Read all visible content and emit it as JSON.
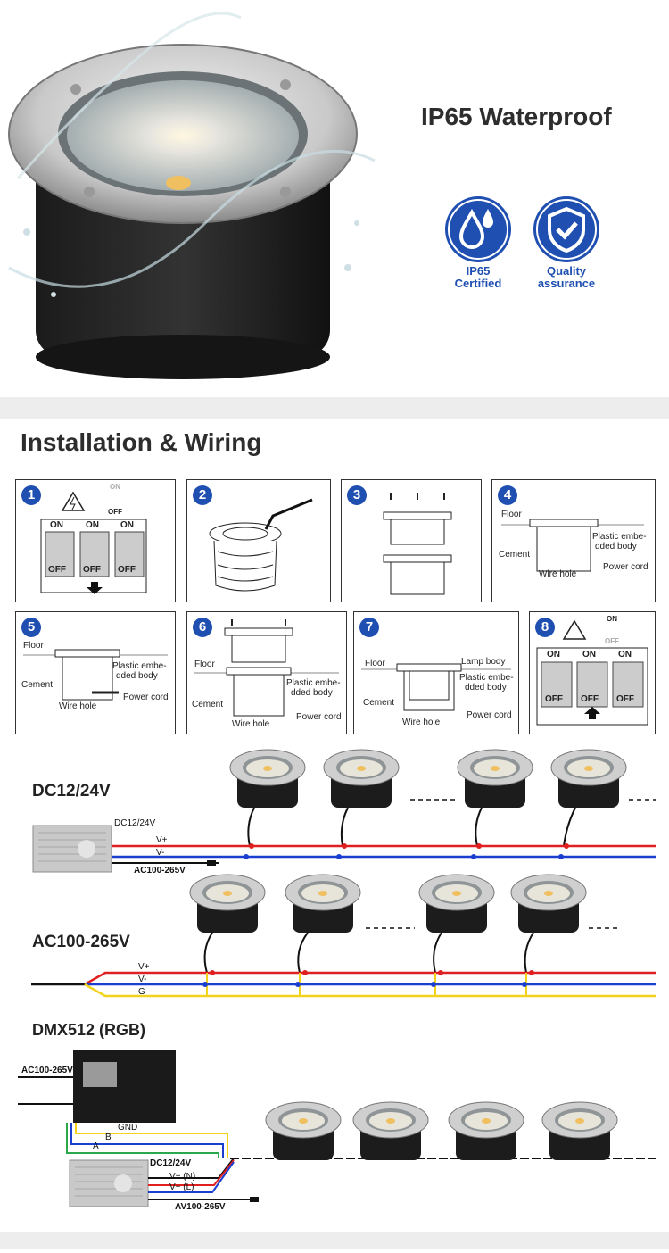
{
  "hero": {
    "heading": "IP65 Waterproof",
    "badges": [
      {
        "icon": "water-drops-icon",
        "line1": "IP65",
        "line2": "Certified"
      },
      {
        "icon": "shield-check-icon",
        "line1": "Quality",
        "line2": "assurance"
      }
    ]
  },
  "installation": {
    "heading": "Installation & Wiring",
    "steps": [
      {
        "number": "1",
        "switch_top": "ON",
        "switch_bottom": "OFF",
        "toggle_on": "ON",
        "toggle_off": "OFF"
      },
      {
        "number": "2"
      },
      {
        "number": "3"
      },
      {
        "number": "4",
        "floor": "Floor",
        "cement": "Cement",
        "plastic": "Plastic embe-",
        "plastic2": "dded body",
        "wire_hole": "Wire hole",
        "power_cord": "Power cord"
      },
      {
        "number": "5",
        "floor": "Floor",
        "cement": "Cement",
        "plastic": "Plastic embe-",
        "plastic2": "dded body",
        "wire_hole": "Wire hole",
        "power_cord": "Power cord"
      },
      {
        "number": "6",
        "floor": "Floor",
        "cement": "Cement",
        "plastic": "Plastic embe-",
        "plastic2": "dded body",
        "wire_hole": "Wire hole",
        "power_cord": "Power cord"
      },
      {
        "number": "7",
        "floor": "Floor",
        "cement": "Cement",
        "lamp_body": "Lamp body",
        "plastic": "Plastic embe-",
        "plastic2": "dded body",
        "wire_hole": "Wire hole",
        "power_cord": "Power cord"
      },
      {
        "number": "8",
        "switch_top": "ON",
        "switch_bottom": "OFF",
        "toggle_on": "ON",
        "toggle_off": "OFF"
      }
    ]
  },
  "wiring": {
    "dc": {
      "title": "DC12/24V",
      "psu_label": "DC12/24V",
      "v_plus": "V+",
      "v_minus": "V-",
      "input": "AC100-265V"
    },
    "ac": {
      "title": "AC100-265V",
      "v_plus": "V+",
      "v_minus": "V-",
      "ground": "G"
    },
    "dmx": {
      "title": "DMX512  (RGB)",
      "ac_in": "AC100-265V",
      "gnd": "GND",
      "b": "B",
      "a": "A",
      "psu_label": "DC12/24V",
      "vn": "V+ (N)",
      "vl": "V+ (L)",
      "input": "AV100-265V"
    }
  },
  "colors": {
    "brand_blue": "#1f4fb0",
    "wire_red": "#e02020",
    "wire_blue": "#1a3fd0",
    "wire_yellow": "#f2d21a",
    "wire_green": "#2aa84a"
  }
}
